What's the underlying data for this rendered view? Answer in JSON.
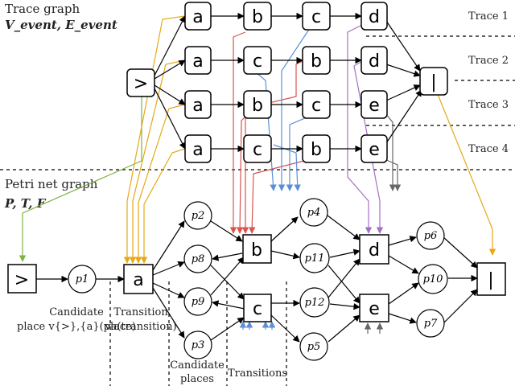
{
  "section_titles": {
    "trace_graph": "Trace graph",
    "trace_graph_sets": "V_event, E_event",
    "petri_net_graph": "Petri net graph",
    "petri_net_sets": "P, T, F"
  },
  "trace_labels": [
    "Trace 1",
    "Trace 2",
    "Trace 3",
    "Trace 4"
  ],
  "trace_graph": {
    "start": ">",
    "end": "|",
    "traces": [
      [
        "a",
        "b",
        "c",
        "d"
      ],
      [
        "a",
        "c",
        "b",
        "d"
      ],
      [
        "a",
        "b",
        "c",
        "e"
      ],
      [
        "a",
        "c",
        "b",
        "e"
      ]
    ]
  },
  "petri_net": {
    "transitions": {
      "start": ">",
      "a": "a",
      "b": "b",
      "c": "c",
      "d": "d",
      "e": "e",
      "end": "|"
    },
    "places": {
      "p1": "p1",
      "p2": "p2",
      "p3": "p3",
      "p4": "p4",
      "p5": "p5",
      "p6": "p6",
      "p7": "p7",
      "p8": "p8",
      "p9": "p9",
      "p10": "p10",
      "p11": "p11",
      "p12": "p12"
    }
  },
  "annotations": {
    "candidate_place": "Candidate",
    "candidate_place_2": "place v{>},{a}(place)",
    "transition": "Transition",
    "transition_2": "va(transition)",
    "candidate_places": "Candidate",
    "candidate_places_2": "places",
    "transitions": "Transitions"
  },
  "colors": {
    "green": "#7cb342",
    "orange": "#e6a817",
    "red": "#d9534f",
    "blue": "#5b8fd6",
    "purple": "#a371c4",
    "gray": "#666666"
  }
}
